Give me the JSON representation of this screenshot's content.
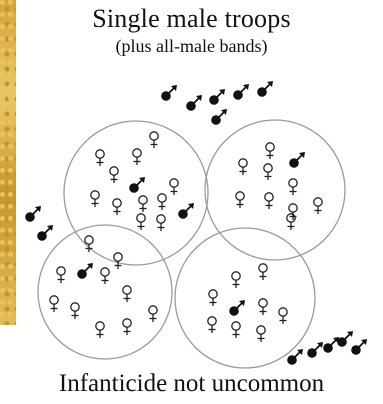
{
  "title": "Single male troops",
  "subtitle": "(plus all-male bands)",
  "caption": "Infanticide not uncommon",
  "colors": {
    "stroke": "#999999",
    "symbol": "#111111",
    "texture": "#d7a43b"
  },
  "icons": {
    "female": "female-symbol",
    "male": "male-symbol"
  }
}
